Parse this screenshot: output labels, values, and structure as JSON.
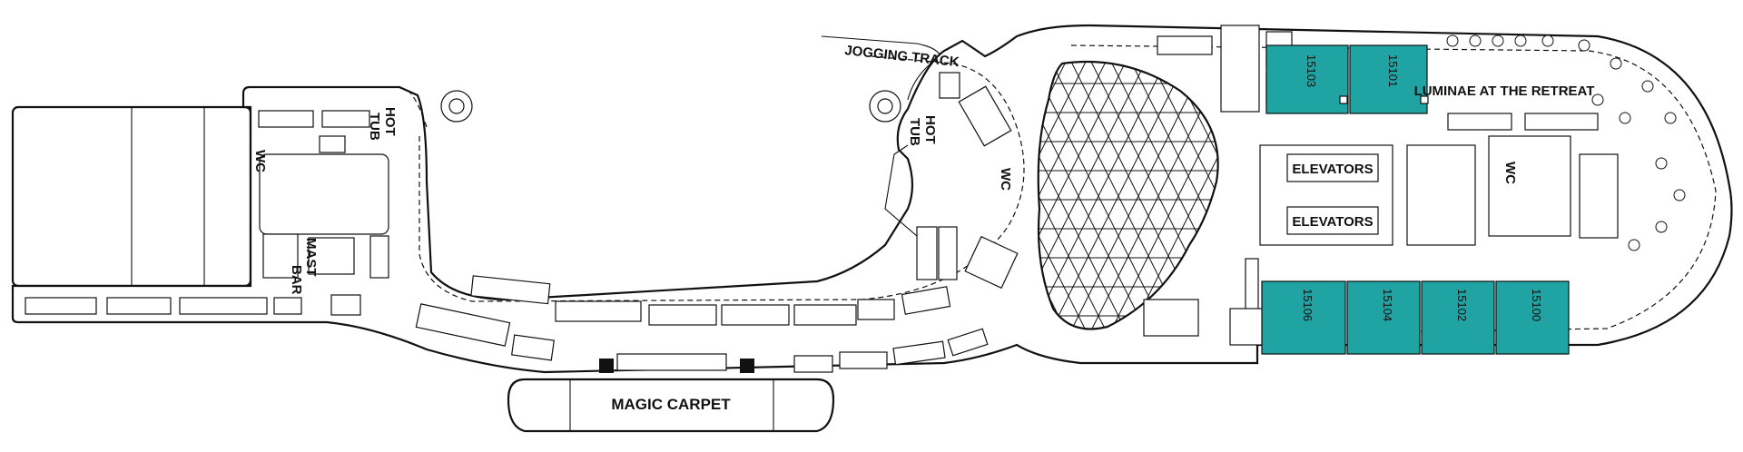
{
  "deck_plan": {
    "labels": {
      "jogging_track": "JOGGING TRACK",
      "hot_tub": "HOT",
      "hot_tub_2": "TUB",
      "wc": "WC",
      "mast_bar_1": "MAST",
      "mast_bar_2": "BAR",
      "magic_carpet": "MAGIC CARPET",
      "elevators": "ELEVATORS",
      "luminae": "LUMINAE AT THE RETREAT"
    },
    "cabins_top": [
      "15103",
      "15101"
    ],
    "cabins_bottom": [
      "15106",
      "15104",
      "15102",
      "15100"
    ],
    "colors": {
      "suite": "#1fa3a3",
      "outline": "#111111"
    }
  }
}
